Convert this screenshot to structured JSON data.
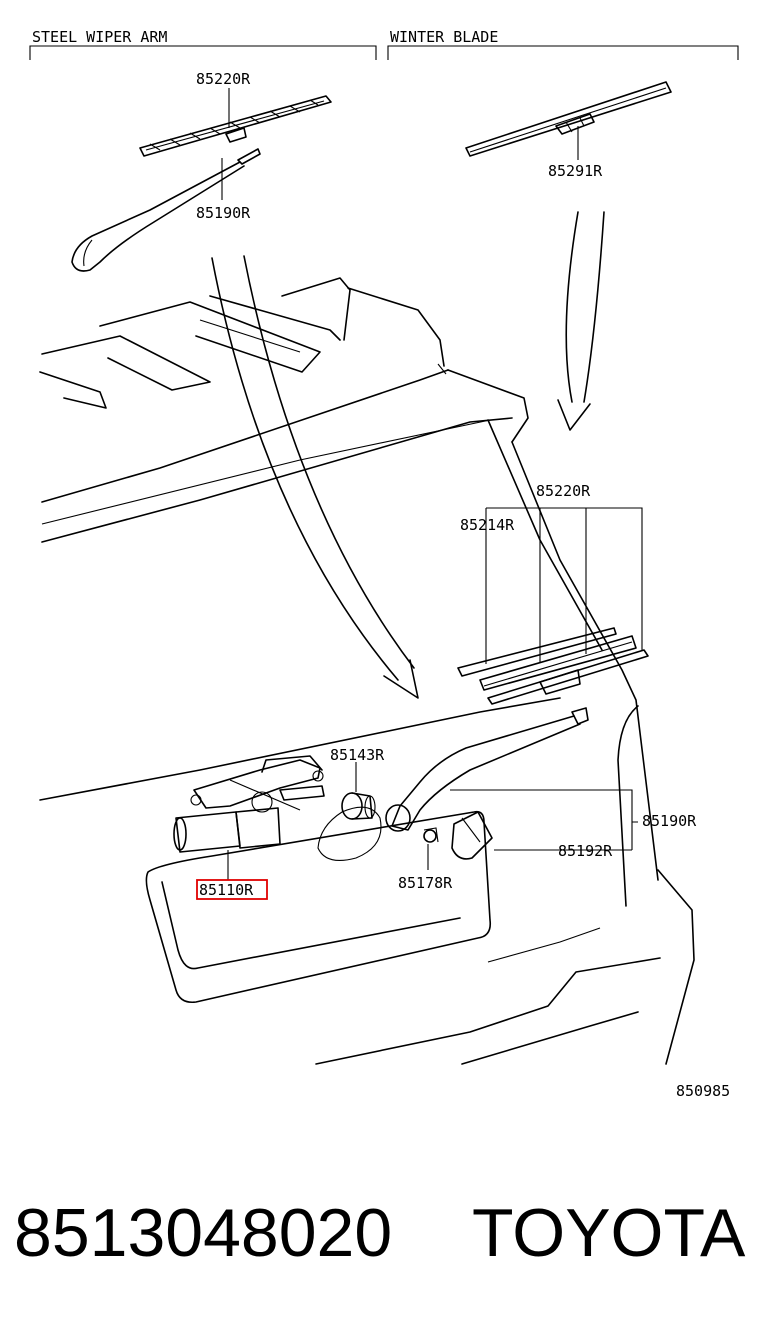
{
  "headers": {
    "left": "STEEL WIPER ARM",
    "right": "WINTER BLADE"
  },
  "labels": {
    "top_blade": "85220R",
    "top_arm": "85190R",
    "winter_blade": "85291R",
    "main_blade": "85220R",
    "rubber": "85214R",
    "pivot": "85143R",
    "arm": "85190R",
    "cap": "85192R",
    "nut": "85178R",
    "motor": "85110R"
  },
  "figure_number": "850985",
  "caption": {
    "part_number": "8513048020",
    "brand": "TOYOTA"
  },
  "colors": {
    "highlight": "#e00000",
    "line": "#000000"
  }
}
